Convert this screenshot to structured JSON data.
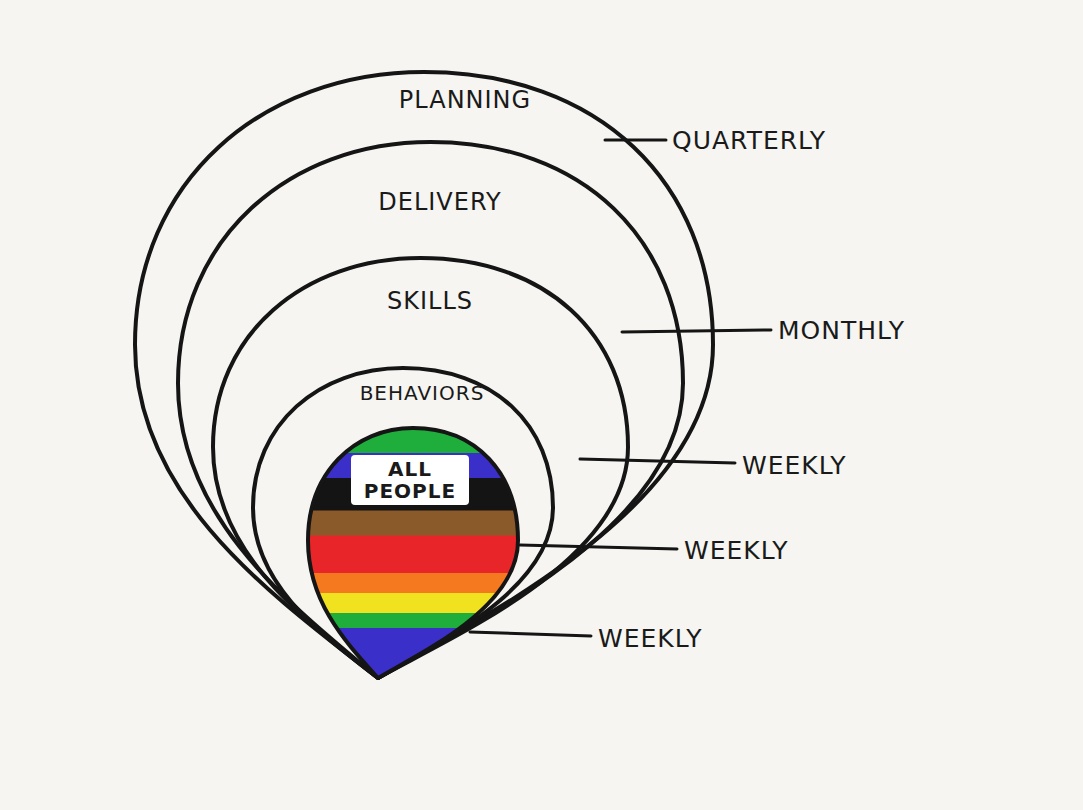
{
  "diagram": {
    "nodes": [
      {
        "text": [
          "PLANNING"
        ]
      },
      {
        "text": [
          "DELIVERY"
        ],
        "in": 0
      },
      {
        "text": [
          "SKILLS"
        ],
        "in": 1
      },
      {
        "text": [
          "BEHAVIORS"
        ],
        "in": 2
      },
      {
        "text": [
          "ALL PEOPLE"
        ],
        "in": 3
      }
    ],
    "labels": [
      "QUARTERLY",
      "MONTHLY",
      "WEEKLY",
      "WEEKLY",
      "WEEKLY"
    ]
  }
}
